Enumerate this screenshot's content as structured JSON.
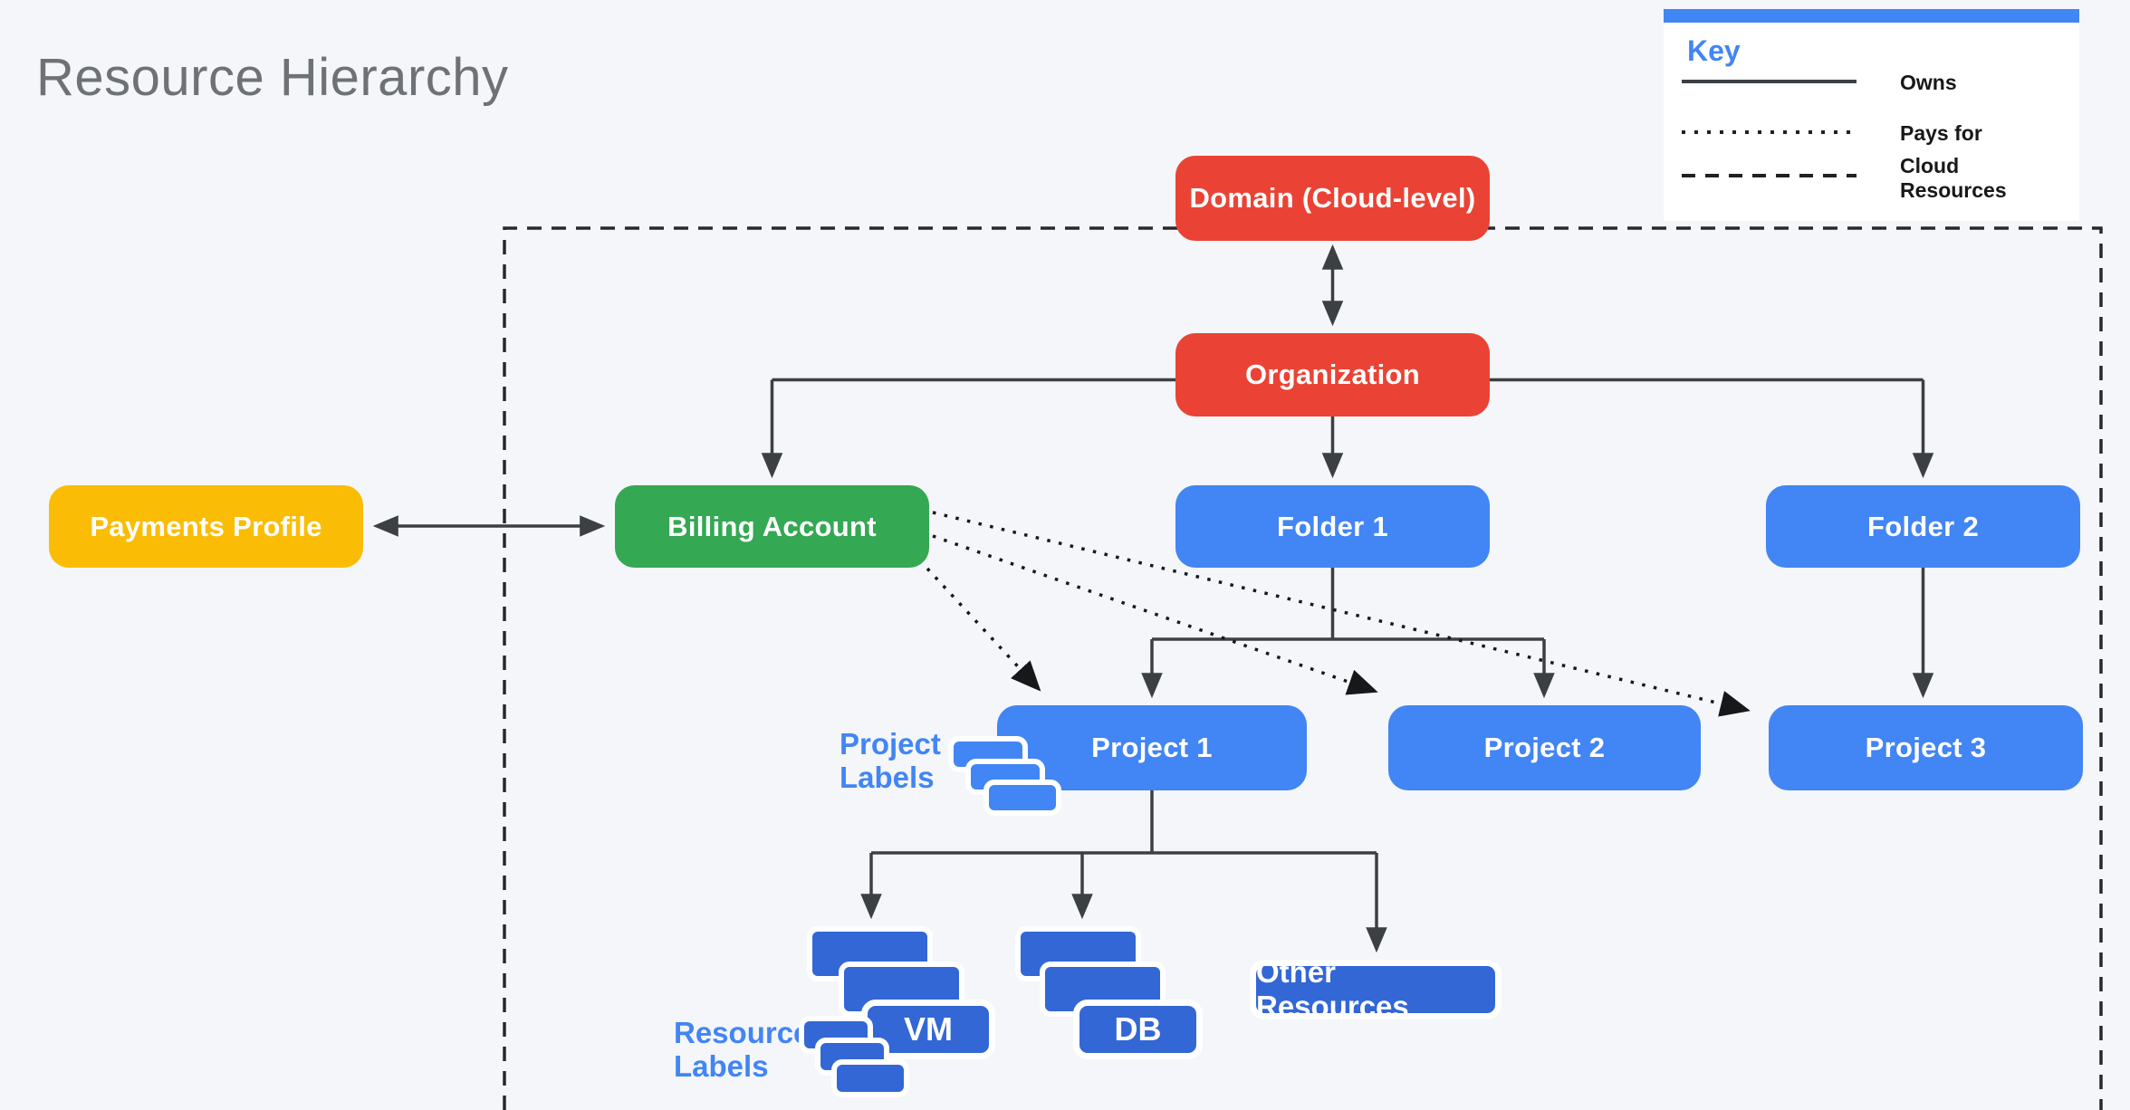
{
  "title": "Resource Hierarchy",
  "key": {
    "title": "Key",
    "items": [
      {
        "name": "owns",
        "line_style": "solid",
        "label": "Owns"
      },
      {
        "name": "pays-for",
        "line_style": "dotted",
        "label": "Pays for"
      },
      {
        "name": "cloud-resources",
        "line_style": "dashed",
        "label": "Cloud Resources"
      }
    ]
  },
  "nodes": {
    "domain": "Domain (Cloud-level)",
    "organization": "Organization",
    "payments_profile": "Payments Profile",
    "billing_account": "Billing Account",
    "folder_1": "Folder 1",
    "folder_2": "Folder 2",
    "project_1": "Project 1",
    "project_2": "Project 2",
    "project_3": "Project 3",
    "vm": "VM",
    "db": "DB",
    "other_resources": "Other Resources"
  },
  "annotations": {
    "project_labels": "Project Labels",
    "resource_labels": "Resource Labels"
  },
  "colors": {
    "background": "#F4F6F9",
    "red": "#EA4335",
    "green": "#34A853",
    "yellow": "#FBBC05",
    "blue": "#4285F4",
    "dark_blue": "#3367D6",
    "line": "#3C4043",
    "title_gray": "#6E7276",
    "key_accent": "#4285F4"
  }
}
